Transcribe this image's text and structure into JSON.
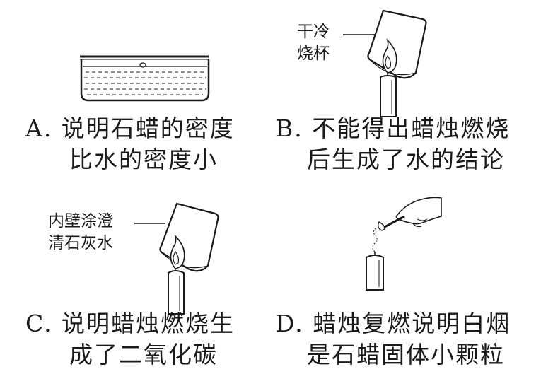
{
  "panels": {
    "a": {
      "caption_line1": "A. 说明石蜡的密度",
      "caption_line2": "比水的密度小"
    },
    "b": {
      "label_line1": "干冷",
      "label_line2": "烧杯",
      "caption_line1": "B. 不能得出蜡烛燃烧",
      "caption_line2": "后生成了水的结论"
    },
    "c": {
      "label_line1": "内壁涂澄",
      "label_line2": "清石灰水",
      "caption_line1": "C. 说明蜡烛燃烧生",
      "caption_line2": "成了二氧化碳"
    },
    "d": {
      "caption_line1": "D. 蜡烛复燃说明白烟",
      "caption_line2": "是石蜡固体小颗粒"
    }
  }
}
